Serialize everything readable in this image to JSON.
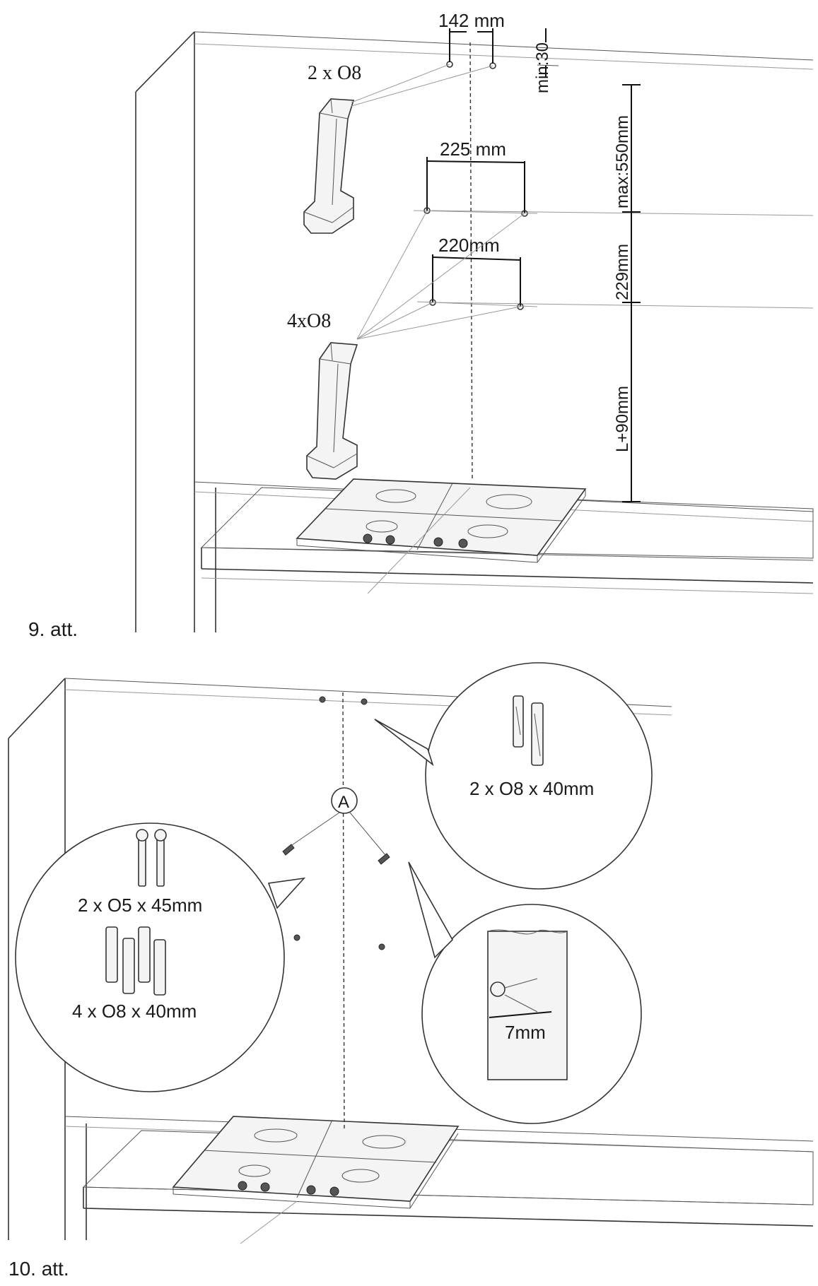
{
  "figure9": {
    "caption": "9. att.",
    "dims": {
      "top_spacing": "142 mm",
      "min_offset": "min:30",
      "max_height": "max:550mm",
      "mid_spacing": "225 mm",
      "low_spacing": "220mm",
      "gap": "229mm",
      "bottom_height": "L+90mm"
    },
    "labels": {
      "top_bolts": "2 x O8",
      "lower_bolts": "4xO8"
    }
  },
  "figure10": {
    "caption": "10. att.",
    "marker": "A",
    "callouts": {
      "top_right": "2 x O8 x 40mm",
      "left_screws": "2 x O5 x 45mm",
      "left_anchors": "4 x O8 x 40mm",
      "bottom_right": "7mm"
    }
  }
}
